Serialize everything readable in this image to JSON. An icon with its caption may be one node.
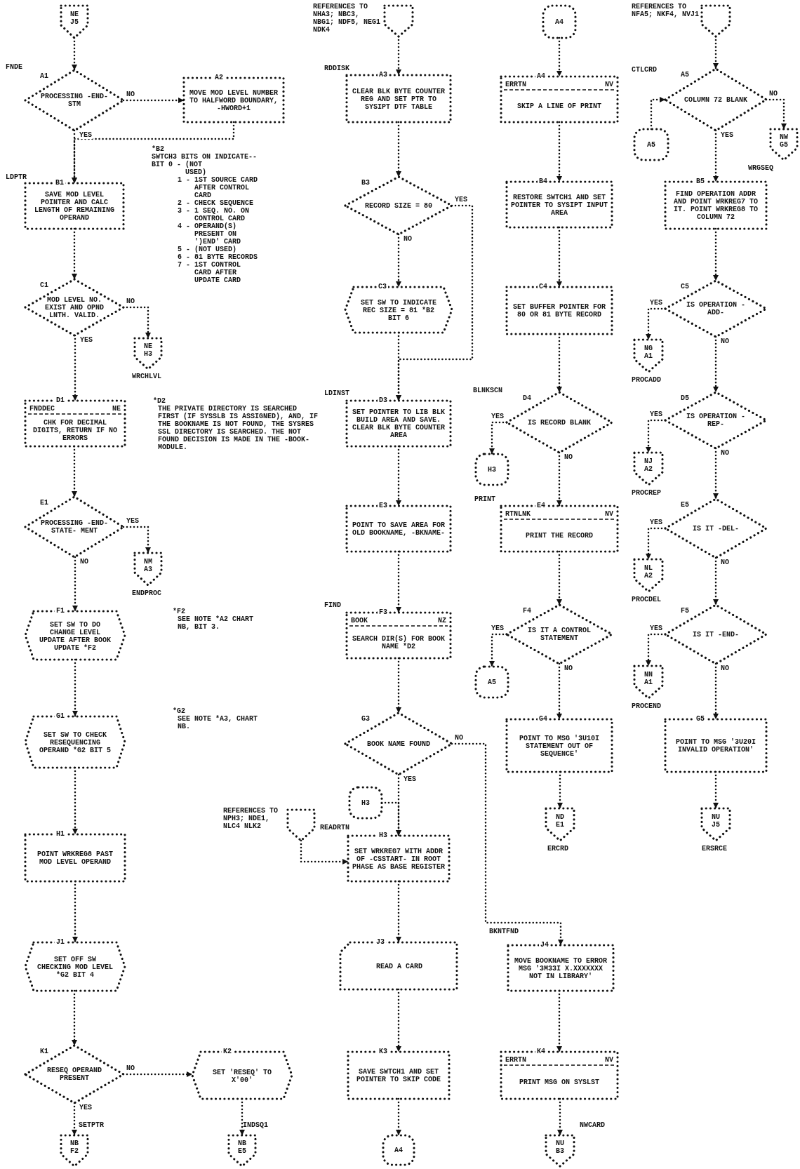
{
  "diagram": {
    "nodes": [
      {
        "text": [
          "NE",
          "J5"
        ]
      },
      {
        "text": [
          "A1",
          "PROCESSING -END- STM"
        ],
        "beside": [
          "FNDE"
        ]
      },
      {
        "text": [
          "A2",
          "MOVE MOD LEVEL NUMBER TO HALFWORD BOUNDARY, -HWORD+1"
        ]
      },
      {
        "text": [
          "B1",
          "SAVE MOD LEVEL POINTER AND CALC LENGTH OF REMAINING OPERAND"
        ],
        "beside": [
          "LDPTR"
        ]
      },
      {
        "text": [
          "C1",
          "MOD LEVEL NO. EXIST AND OPND LNTH. VALID."
        ]
      },
      {
        "text": [
          "NE",
          "H3"
        ],
        "beside": [
          "WRCHLVL"
        ]
      },
      {
        "text": [
          "D1",
          "FNDDEC",
          "NE",
          "CHK FOR DECIMAL DIGITS, RETURN IF NO ERRORS"
        ]
      },
      {
        "text": [
          "E1",
          "PROCESSING -END- STATE- MENT"
        ]
      },
      {
        "text": [
          "NM",
          "A3"
        ],
        "beside": [
          "ENDPROC"
        ]
      },
      {
        "text": [
          "F1",
          "SET SW TO DO CHANGE LEVEL UPDATE AFTER BOOK UPDATE *F2"
        ]
      },
      {
        "text": [
          "G1",
          "SET SW TO CHECK RESEQUENCING OPERAND *G2 BIT 5"
        ]
      },
      {
        "text": [
          "H1",
          "POINT WRKREG8 PAST MOD LEVEL OPERAND"
        ]
      },
      {
        "text": [
          "J1",
          "SET OFF SW CHECKING MOD LEVEL *G2 BIT 4"
        ]
      },
      {
        "text": [
          "K1",
          "RESEQ OPERAND PRESENT"
        ]
      },
      {
        "text": [
          "K2",
          "SET 'RESEQ' TO X'00'"
        ]
      },
      {
        "text": [
          "NB",
          "F2"
        ],
        "beside": [
          "SETPTR"
        ]
      },
      {
        "text": [
          "NB",
          "E5"
        ],
        "beside": [
          "INDSQ1"
        ]
      },
      {
        "text": [],
        "shape": "pentagon",
        "beside": [
          "REFERENCES TO NHA3; NBC3, NBG1; NDF5, NEG1 NDK4"
        ]
      },
      {
        "text": [
          "A3",
          "CLEAR BLK BYTE COUNTER REG AND SET PTR TO SYSIPT DTF TABLE"
        ],
        "beside": [
          "RDDISK"
        ]
      },
      {
        "text": [
          "B3",
          "RECORD SIZE = 80"
        ]
      },
      {
        "text": [
          "C3",
          "SET SW TO INDICATE REC SIZE = 81 *B2 BIT 6"
        ]
      },
      {
        "text": [
          "D3",
          "SET POINTER TO LIB BLK BUILD AREA AND SAVE. CLEAR BLK BYTE COUNTER AREA"
        ],
        "beside": [
          "LDINST"
        ]
      },
      {
        "text": [
          "E3",
          "POINT TO SAVE AREA FOR OLD BOOKNAME, -BKNAME-"
        ]
      },
      {
        "text": [
          "F3",
          "BOOK",
          "NZ",
          "SEARCH DIR(S) FOR BOOK NAME *D2"
        ],
        "beside": [
          "FIND"
        ]
      },
      {
        "text": [
          "G3",
          "BOOK NAME FOUND"
        ]
      },
      {
        "text": [
          "H3"
        ]
      },
      {
        "text": [],
        "shape": "pentagon",
        "beside": [
          "REFERENCES TO NPH3; NDE1, NLC4 NLK2"
        ]
      },
      {
        "text": [
          "H3",
          "SET WRKREG7 WITH ADDR OF -CSSTART- IN ROOT PHASE AS BASE REGISTER"
        ],
        "beside": [
          "READRTN"
        ]
      },
      {
        "text": [
          "J3",
          "READ A CARD"
        ]
      },
      {
        "text": [
          "K3",
          "SAVE SWTCH1 AND SET POINTER TO SKIP CODE"
        ]
      },
      {
        "text": [
          "A4"
        ]
      },
      {
        "text": [
          "A4"
        ]
      },
      {
        "text": [
          "A4",
          "ERRTN",
          "NV",
          "SKIP A LINE OF PRINT"
        ]
      },
      {
        "text": [
          "B4",
          "RESTORE SWTCH1 AND SET POINTER TO SYSIPT INPUT AREA"
        ]
      },
      {
        "text": [
          "C4",
          "SET BUFFER POINTER FOR 80 OR 81 BYTE RECORD"
        ]
      },
      {
        "text": [
          "D4",
          "IS RECORD BLANK"
        ],
        "beside": [
          "BLNKSCN"
        ]
      },
      {
        "text": [
          "H3"
        ]
      },
      {
        "text": [
          "E4",
          "RTNLNK",
          "NV",
          "PRINT THE RECORD"
        ],
        "beside": [
          "PRINT"
        ]
      },
      {
        "text": [
          "F4",
          "IS IT A CONTROL STATEMENT"
        ]
      },
      {
        "text": [
          "A5"
        ]
      },
      {
        "text": [
          "G4",
          "POINT TO MSG '3U10I STATEMENT OUT OF SEQUENCE'"
        ]
      },
      {
        "text": [
          "ND",
          "E1"
        ],
        "beside": [
          "ERCRD"
        ]
      },
      {
        "text": [
          "J4",
          "MOVE BOOKNAME TO ERROR MSG '3M33I X.XXXXXXX NOT IN LIBRARY'"
        ],
        "beside": [
          "BKNTFND"
        ]
      },
      {
        "text": [
          "K4",
          "ERRTN",
          "NV",
          "PRINT MSG ON SYSLST"
        ]
      },
      {
        "text": [
          "NU",
          "B3"
        ],
        "beside": [
          "NWCARD"
        ]
      },
      {
        "text": [],
        "shape": "pentagon",
        "beside": [
          "REFERENCES TO NFA5; NKF4, NVJ1"
        ]
      },
      {
        "text": [
          "A5",
          "COLUMN 72 BLANK"
        ],
        "beside": [
          "CTLCRD"
        ]
      },
      {
        "text": [
          "A5"
        ]
      },
      {
        "text": [
          "NW",
          "G5"
        ],
        "beside": [
          "WRGSEQ"
        ]
      },
      {
        "text": [
          "B5",
          "FIND OPERATION ADDR AND POINT WRKREG7 TO IT. POINT WRKREG8 TO COLUMN 72"
        ]
      },
      {
        "text": [
          "C5",
          "IS OPERATION -ADD-"
        ]
      },
      {
        "text": [
          "NG",
          "A1"
        ],
        "beside": [
          "PROCADD"
        ]
      },
      {
        "text": [
          "D5",
          "IS OPERATION -REP-"
        ]
      },
      {
        "text": [
          "NJ",
          "A2"
        ],
        "beside": [
          "PROCREP"
        ]
      },
      {
        "text": [
          "E5",
          "IS IT -DEL-"
        ]
      },
      {
        "text": [
          "NL",
          "A2"
        ],
        "beside": [
          "PROCDEL"
        ]
      },
      {
        "text": [
          "F5",
          "IS IT -END-"
        ]
      },
      {
        "text": [
          "NN",
          "A1"
        ],
        "beside": [
          "PROCEND"
        ]
      },
      {
        "text": [
          "G5",
          "POINT TO MSG '3U20I INVALID OPERATION'"
        ]
      },
      {
        "text": [
          "NU",
          "J5"
        ],
        "beside": [
          "ERSRCE"
        ]
      }
    ],
    "edges": [
      {
        "from": 0,
        "to": 1,
        "arrow": "to"
      },
      {
        "from": 1,
        "to": 2,
        "arrow": "to",
        "label": "NO"
      },
      {
        "from": 1,
        "to": 3,
        "arrow": "to",
        "label": "YES"
      },
      {
        "from": 2,
        "to": 3,
        "arrow": "to"
      },
      {
        "from": 3,
        "to": 4,
        "arrow": "to"
      },
      {
        "from": 4,
        "to": 5,
        "arrow": "to",
        "label": "NO"
      },
      {
        "from": 4,
        "to": 6,
        "arrow": "to",
        "label": "YES"
      },
      {
        "from": 6,
        "to": 7,
        "arrow": "to"
      },
      {
        "from": 7,
        "to": 8,
        "arrow": "to",
        "label": "YES"
      },
      {
        "from": 7,
        "to": 9,
        "arrow": "to",
        "label": "NO"
      },
      {
        "from": 9,
        "to": 10,
        "arrow": "to"
      },
      {
        "from": 10,
        "to": 11,
        "arrow": "to"
      },
      {
        "from": 11,
        "to": 12,
        "arrow": "to"
      },
      {
        "from": 12,
        "to": 13,
        "arrow": "to"
      },
      {
        "from": 13,
        "to": 14,
        "arrow": "to",
        "label": "NO"
      },
      {
        "from": 13,
        "to": 15,
        "arrow": "to",
        "label": "YES"
      },
      {
        "from": 14,
        "to": 16,
        "arrow": "to"
      },
      {
        "from": 17,
        "to": 18,
        "arrow": "to"
      },
      {
        "from": 18,
        "to": 19,
        "arrow": "to"
      },
      {
        "from": 19,
        "to": 20,
        "arrow": "to",
        "label": "NO"
      },
      {
        "from": 19,
        "to": 21,
        "arrow": "to",
        "label": "YES"
      },
      {
        "from": 20,
        "to": 21,
        "arrow": "to"
      },
      {
        "from": 21,
        "to": 22,
        "arrow": "to"
      },
      {
        "from": 22,
        "to": 23,
        "arrow": "to"
      },
      {
        "from": 23,
        "to": 24,
        "arrow": "to"
      },
      {
        "from": 24,
        "to": 42,
        "arrow": "to",
        "label": "NO"
      },
      {
        "from": 24,
        "to": 27,
        "arrow": "to",
        "label": "YES"
      },
      {
        "from": 25,
        "to": 27,
        "arrow": "to"
      },
      {
        "from": 26,
        "to": 27,
        "arrow": "to"
      },
      {
        "from": 27,
        "to": 28,
        "arrow": "to"
      },
      {
        "from": 28,
        "to": 29,
        "arrow": "to"
      },
      {
        "from": 29,
        "to": 30,
        "arrow": "to"
      },
      {
        "from": 31,
        "to": 32,
        "arrow": "to"
      },
      {
        "from": 32,
        "to": 33,
        "arrow": "to"
      },
      {
        "from": 33,
        "to": 34,
        "arrow": "to"
      },
      {
        "from": 34,
        "to": 35,
        "arrow": "to"
      },
      {
        "from": 35,
        "to": 36,
        "arrow": "to",
        "label": "YES"
      },
      {
        "from": 35,
        "to": 37,
        "arrow": "to",
        "label": "NO"
      },
      {
        "from": 37,
        "to": 38,
        "arrow": "to"
      },
      {
        "from": 38,
        "to": 39,
        "arrow": "to",
        "label": "YES"
      },
      {
        "from": 38,
        "to": 40,
        "arrow": "to",
        "label": "NO"
      },
      {
        "from": 40,
        "to": 41,
        "arrow": "to"
      },
      {
        "from": 42,
        "to": 43,
        "arrow": "to"
      },
      {
        "from": 43,
        "to": 44,
        "arrow": "to"
      },
      {
        "from": 45,
        "to": 46,
        "arrow": "to"
      },
      {
        "from": 47,
        "to": 46,
        "arrow": "to"
      },
      {
        "from": 46,
        "to": 48,
        "arrow": "to",
        "label": "NO"
      },
      {
        "from": 46,
        "to": 49,
        "arrow": "to",
        "label": "YES"
      },
      {
        "from": 49,
        "to": 50,
        "arrow": "to"
      },
      {
        "from": 50,
        "to": 51,
        "arrow": "to",
        "label": "YES"
      },
      {
        "from": 50,
        "to": 52,
        "arrow": "to",
        "label": "NO"
      },
      {
        "from": 52,
        "to": 53,
        "arrow": "to",
        "label": "YES"
      },
      {
        "from": 52,
        "to": 54,
        "arrow": "to",
        "label": "NO"
      },
      {
        "from": 54,
        "to": 55,
        "arrow": "to",
        "label": "YES"
      },
      {
        "from": 54,
        "to": 56,
        "arrow": "to",
        "label": "NO"
      },
      {
        "from": 56,
        "to": 57,
        "arrow": "to",
        "label": "YES"
      },
      {
        "from": 56,
        "to": 58,
        "arrow": "to",
        "label": "NO"
      },
      {
        "from": 58,
        "to": 59,
        "arrow": "to"
      }
    ],
    "labels": [
      "*B2",
      "SWTCH3 BITS ON INDICATE--",
      "BIT 0 - (NOT USED)",
      "1 - 1ST SOURCE CARD AFTER CONTROL CARD",
      "2 - CHECK SEQUENCE",
      "3 - 1 SEQ. NO. ON CONTROL CARD",
      "4 - OPERAND(S) PRESENT ON ')END' CARD",
      "5 - (NOT USED)",
      "6 - 81 BYTE RECORDS",
      "7 - 1ST CONTROL CARD AFTER UPDATE CARD",
      "*D2",
      "THE PRIVATE DIRECTORY IS SEARCHED FIRST (IF SYSSLB IS ASSIGNED), AND, IF THE BOOKNAME IS NOT FOUND, THE SYSRES SSL DIRECTORY IS SEARCHED. THE NOT FOUND DECISION IS MADE IN THE -BOOK- MODULE.",
      "*F2",
      "SEE NOTE *A2 CHART NB, BIT 3.",
      "*G2",
      "SEE NOTE *A3, CHART NB."
    ]
  }
}
